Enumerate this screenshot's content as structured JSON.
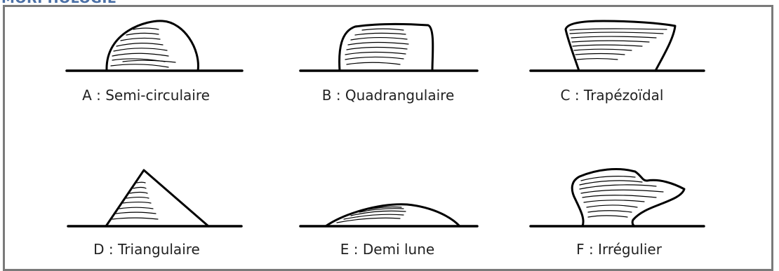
{
  "header": {
    "title": "MORPHOLOGIE"
  },
  "shapes": [
    {
      "id": "A",
      "label": "A : Semi-circulaire",
      "shape": "semi-circle"
    },
    {
      "id": "B",
      "label": "B : Quadrangulaire",
      "shape": "quadrangle"
    },
    {
      "id": "C",
      "label": "C : Trapézoïdal",
      "shape": "trapezoid"
    },
    {
      "id": "D",
      "label": "D : Triangulaire",
      "shape": "triangle"
    },
    {
      "id": "E",
      "label": "E : Demi lune",
      "shape": "half-moon"
    },
    {
      "id": "F",
      "label": "F : Irrégulier",
      "shape": "irregular"
    }
  ]
}
